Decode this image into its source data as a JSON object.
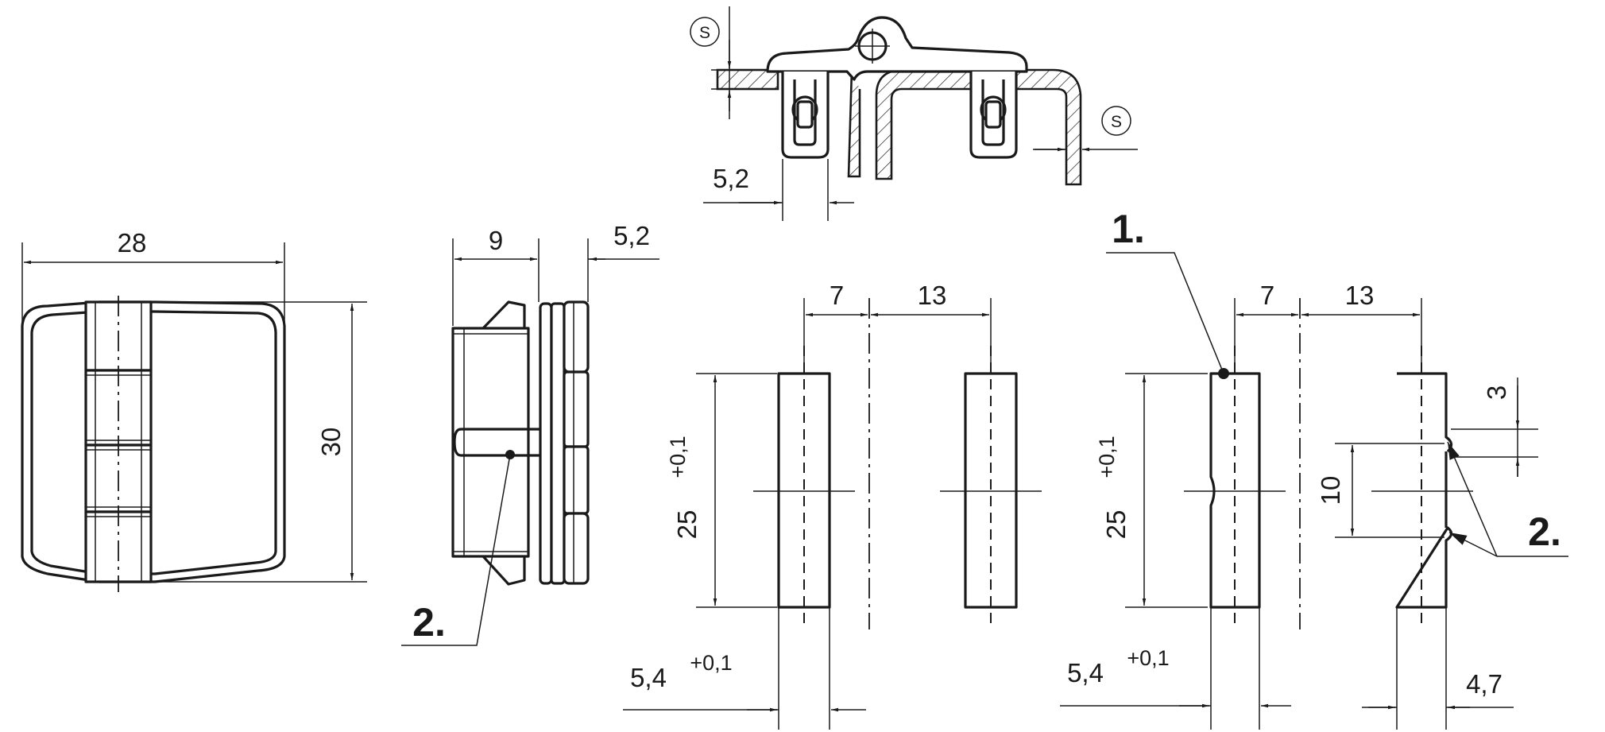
{
  "colors": {
    "line": "#1a1a1a",
    "background": "#ffffff"
  },
  "labels": {
    "s_top": "S",
    "s_right": "S",
    "top_5_2": "5,2",
    "front_width": "28",
    "front_height": "30",
    "side_9": "9",
    "side_5_2": "5,2",
    "callout_side": "2.",
    "a_7": "7",
    "a_13": "13",
    "a_25": "25",
    "a_25_tol": "+0,1",
    "a_5_4": "5,4",
    "a_5_4_tol": "+0,1",
    "callout_1": "1.",
    "b_7": "7",
    "b_13": "13",
    "b_25": "25",
    "b_25_tol": "+0,1",
    "b_5_4": "5,4",
    "b_5_4_tol": "+0,1",
    "b_3": "3",
    "b_10": "10",
    "callout_2_right": "2.",
    "b_4_7": "4,7"
  }
}
